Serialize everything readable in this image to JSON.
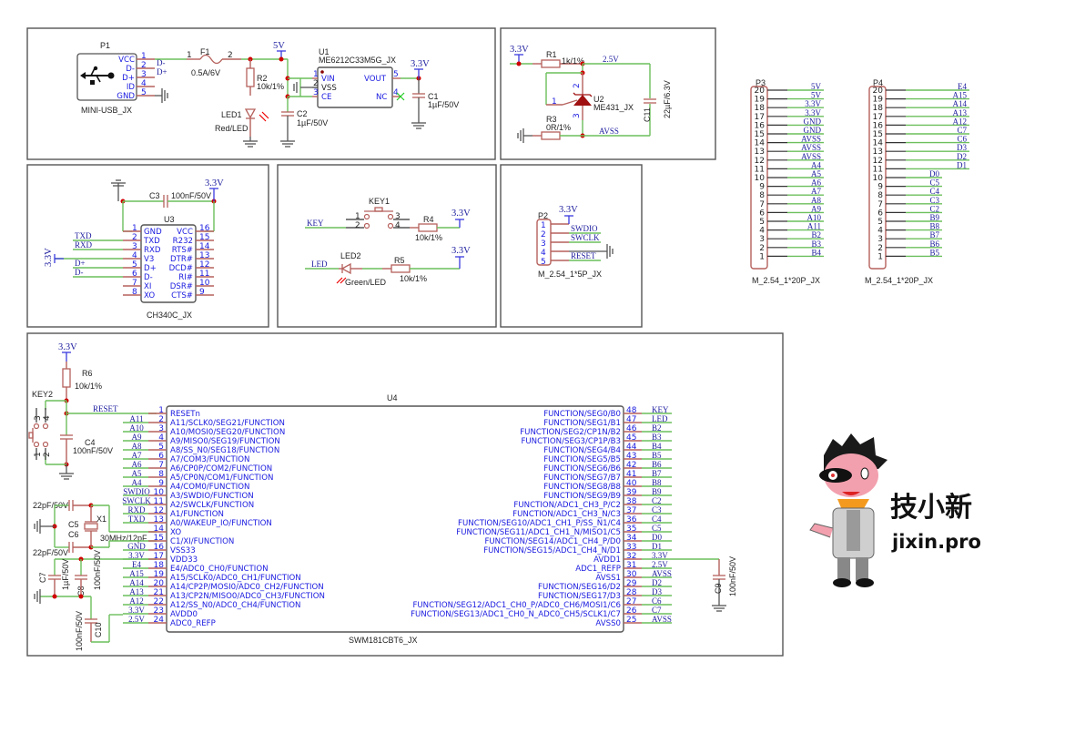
{
  "sheet": {
    "power_rails": {
      "v5": "5V",
      "v33": "3.3V",
      "v25": "2.5V",
      "avss": "AVSS"
    }
  },
  "usb_block": {
    "connector": {
      "ref": "P1",
      "part": "MINI-USB_JX",
      "pins": [
        {
          "num": "1",
          "name": "VCC"
        },
        {
          "num": "2",
          "name": "D-"
        },
        {
          "num": "3",
          "name": "D+"
        },
        {
          "num": "4",
          "name": "ID"
        },
        {
          "num": "5",
          "name": "GND"
        }
      ],
      "nets": [
        "D-",
        "D+"
      ]
    },
    "fuse": {
      "ref": "F1",
      "value": "0.5A/6V",
      "pin1": "1",
      "pin2": "2"
    },
    "r2": {
      "ref": "R2",
      "value": "10k/1%"
    },
    "led1": {
      "ref": "LED1",
      "value": "Red/LED"
    },
    "c2": {
      "ref": "C2",
      "value": "1µF/50V"
    },
    "c1": {
      "ref": "C1",
      "value": "1µF/50V"
    },
    "ldo": {
      "ref": "U1",
      "part": "ME6212C33M5G_JX",
      "pins": [
        {
          "num": "1",
          "name": "VIN"
        },
        {
          "num": "2",
          "name": "VSS"
        },
        {
          "num": "3",
          "name": "CE"
        },
        {
          "num": "5",
          "name": "VOUT"
        },
        {
          "num": "4",
          "name": "NC"
        }
      ]
    }
  },
  "vref_block": {
    "r1": {
      "ref": "R1",
      "value": "1k/1%"
    },
    "r3": {
      "ref": "R3",
      "value": "0R/1%"
    },
    "u2": {
      "ref": "U2",
      "part": "ME431_JX",
      "pins": [
        "1",
        "2",
        "3"
      ]
    },
    "c11": {
      "ref": "C11",
      "value": "22µF/6.3V"
    }
  },
  "ch340_block": {
    "c3": {
      "ref": "C3",
      "value": "100nF/50V"
    },
    "chip": {
      "ref": "U3",
      "part": "CH340C_JX",
      "left_pins": [
        {
          "num": "1",
          "name": "GND"
        },
        {
          "num": "2",
          "name": "TXD"
        },
        {
          "num": "3",
          "name": "RXD"
        },
        {
          "num": "4",
          "name": "V3"
        },
        {
          "num": "5",
          "name": "D+"
        },
        {
          "num": "6",
          "name": "D-"
        },
        {
          "num": "7",
          "name": "XI"
        },
        {
          "num": "8",
          "name": "XO"
        }
      ],
      "right_pins": [
        {
          "num": "16",
          "name": "VCC"
        },
        {
          "num": "15",
          "name": "R232"
        },
        {
          "num": "14",
          "name": "RTS#"
        },
        {
          "num": "13",
          "name": "DTR#"
        },
        {
          "num": "12",
          "name": "DCD#"
        },
        {
          "num": "11",
          "name": "RI#"
        },
        {
          "num": "10",
          "name": "DSR#"
        },
        {
          "num": "9",
          "name": "CTS#"
        }
      ]
    },
    "nets": [
      "TXD",
      "RXD",
      "D+",
      "D-"
    ]
  },
  "io_block": {
    "key1": {
      "ref": "KEY1",
      "pins": [
        "1",
        "2",
        "3",
        "4"
      ],
      "net": "KEY"
    },
    "r4": {
      "ref": "R4",
      "value": "10k/1%"
    },
    "led2": {
      "ref": "LED2",
      "value": "Green/LED",
      "net": "LED"
    },
    "r5": {
      "ref": "R5",
      "value": "10k/1%"
    }
  },
  "swd_block": {
    "connector": {
      "ref": "P2",
      "part": "M_2.54_1*5P_JX",
      "pins": [
        "1",
        "2",
        "3",
        "4",
        "5"
      ],
      "nets": [
        "SWDIO",
        "SWCLK",
        "RESET"
      ]
    }
  },
  "headers": [
    {
      "ref": "P3",
      "part": "M_2.54_1*20P_JX",
      "pins": [
        {
          "num": "20",
          "net": "5V"
        },
        {
          "num": "19",
          "net": "5V"
        },
        {
          "num": "18",
          "net": "3.3V"
        },
        {
          "num": "17",
          "net": "3.3V"
        },
        {
          "num": "16",
          "net": "GND"
        },
        {
          "num": "15",
          "net": "GND"
        },
        {
          "num": "14",
          "net": "AVSS"
        },
        {
          "num": "13",
          "net": "AVSS"
        },
        {
          "num": "12",
          "net": "AVSS"
        },
        {
          "num": "11",
          "net": "A4"
        },
        {
          "num": "10",
          "net": "A5"
        },
        {
          "num": "9",
          "net": "A6"
        },
        {
          "num": "8",
          "net": "A7"
        },
        {
          "num": "7",
          "net": "A8"
        },
        {
          "num": "6",
          "net": "A9"
        },
        {
          "num": "5",
          "net": "A10"
        },
        {
          "num": "4",
          "net": "A11"
        },
        {
          "num": "3",
          "net": "B2"
        },
        {
          "num": "2",
          "net": "B3"
        },
        {
          "num": "1",
          "net": "B4"
        }
      ]
    },
    {
      "ref": "P4",
      "part": "M_2.54_1*20P_JX",
      "pins": [
        {
          "num": "20",
          "net": "E4"
        },
        {
          "num": "19",
          "net": "A15"
        },
        {
          "num": "18",
          "net": "A14"
        },
        {
          "num": "17",
          "net": "A13"
        },
        {
          "num": "16",
          "net": "A12"
        },
        {
          "num": "15",
          "net": "C7"
        },
        {
          "num": "14",
          "net": "C6"
        },
        {
          "num": "13",
          "net": "D3"
        },
        {
          "num": "12",
          "net": "D2"
        },
        {
          "num": "11",
          "net": "D1"
        },
        {
          "num": "10",
          "net": "D0"
        },
        {
          "num": "9",
          "net": "C5"
        },
        {
          "num": "8",
          "net": "C4"
        },
        {
          "num": "7",
          "net": "C3"
        },
        {
          "num": "6",
          "net": "C2"
        },
        {
          "num": "5",
          "net": "B9"
        },
        {
          "num": "4",
          "net": "B8"
        },
        {
          "num": "3",
          "net": "B7"
        },
        {
          "num": "2",
          "net": "B6"
        },
        {
          "num": "1",
          "net": "B5"
        }
      ]
    }
  ],
  "mcu_block": {
    "r6": {
      "ref": "R6",
      "value": "10k/1%"
    },
    "key2": {
      "ref": "KEY2",
      "pins": [
        "3",
        "4",
        "1",
        "2"
      ]
    },
    "c4": {
      "ref": "C4",
      "value": "100nF/50V"
    },
    "reset_net": "RESET",
    "c5": {
      "ref": "C5",
      "value": "22pF/50V"
    },
    "c6": {
      "ref": "C6",
      "value": "22pF/50V"
    },
    "x1": {
      "ref": "X1",
      "value": "30MHz/12pF"
    },
    "c7": {
      "ref": "C7",
      "value": "1µF/50V"
    },
    "c8": {
      "ref": "C8",
      "value": "100nF/50V"
    },
    "c10": {
      "ref": "C10",
      "value": "100nF/50V"
    },
    "c9": {
      "ref": "C9",
      "value": "100nF/50V"
    },
    "chip": {
      "ref": "U4",
      "part": "SWM181CBT6_JX",
      "left_pins": [
        {
          "num": "1",
          "name": "RESETn",
          "net": ""
        },
        {
          "num": "2",
          "name": "A11/SCLK0/SEG21/FUNCTION",
          "net": "A11"
        },
        {
          "num": "3",
          "name": "A10/MOSI0/SEG20/FUNCTION",
          "net": "A10"
        },
        {
          "num": "4",
          "name": "A9/MISO0/SEG19/FUNCTION",
          "net": "A9"
        },
        {
          "num": "5",
          "name": "A8/SS_N0/SEG18/FUNCTION",
          "net": "A8"
        },
        {
          "num": "6",
          "name": "A7/COM3/FUNCTION",
          "net": "A7"
        },
        {
          "num": "7",
          "name": "A6/CP0P/COM2/FUNCTION",
          "net": "A6"
        },
        {
          "num": "8",
          "name": "A5/CP0N/COM1/FUNCTION",
          "net": "A5"
        },
        {
          "num": "9",
          "name": "A4/COM0/FUNCTION",
          "net": "A4"
        },
        {
          "num": "10",
          "name": "A3/SWDIO/FUNCTION",
          "net": "SWDIO"
        },
        {
          "num": "11",
          "name": "A2/SWCLK/FUNCTION",
          "net": "SWCLK"
        },
        {
          "num": "12",
          "name": "A1/FUNCTION",
          "net": "RXD"
        },
        {
          "num": "13",
          "name": "A0/WAKEUP_IO/FUNCTION",
          "net": "TXD"
        },
        {
          "num": "14",
          "name": "XO",
          "net": ""
        },
        {
          "num": "15",
          "name": "C1/XI/FUNCTION",
          "net": ""
        },
        {
          "num": "16",
          "name": "VSS33",
          "net": "GND"
        },
        {
          "num": "17",
          "name": "VDD33",
          "net": "3.3V"
        },
        {
          "num": "18",
          "name": "E4/ADC0_CH0/FUNCTION",
          "net": "E4"
        },
        {
          "num": "19",
          "name": "A15/SCLK0/ADC0_CH1/FUNCTION",
          "net": "A15"
        },
        {
          "num": "20",
          "name": "A14/CP2P/MOSI0/ADC0_CH2/FUNCTION",
          "net": "A14"
        },
        {
          "num": "21",
          "name": "A13/CP2N/MISO0/ADC0_CH3/FUNCTION",
          "net": "A13"
        },
        {
          "num": "22",
          "name": "A12/SS_N0/ADC0_CH4/FUNCTION",
          "net": "A12"
        },
        {
          "num": "23",
          "name": "AVDD0",
          "net": "3.3V"
        },
        {
          "num": "24",
          "name": "ADC0_REFP",
          "net": "2.5V"
        }
      ],
      "right_pins": [
        {
          "num": "48",
          "name": "FUNCTION/SEG0/B0",
          "net": "KEY"
        },
        {
          "num": "47",
          "name": "FUNCTION/SEG1/B1",
          "net": "LED"
        },
        {
          "num": "46",
          "name": "FUNCTION/SEG2/CP1N/B2",
          "net": "B2"
        },
        {
          "num": "45",
          "name": "FUNCTION/SEG3/CP1P/B3",
          "net": "B3"
        },
        {
          "num": "44",
          "name": "FUNCTION/SEG4/B4",
          "net": "B4"
        },
        {
          "num": "43",
          "name": "FUNCTION/SEG5/B5",
          "net": "B5"
        },
        {
          "num": "42",
          "name": "FUNCTION/SEG6/B6",
          "net": "B6"
        },
        {
          "num": "41",
          "name": "FUNCTION/SEG7/B7",
          "net": "B7"
        },
        {
          "num": "40",
          "name": "FUNCTION/SEG8/B8",
          "net": "B8"
        },
        {
          "num": "39",
          "name": "FUNCTION/SEG9/B9",
          "net": "B9"
        },
        {
          "num": "38",
          "name": "FUNCTION/ADC1_CH3_P/C2",
          "net": "C2"
        },
        {
          "num": "37",
          "name": "FUNCTION/ADC1_CH3_N/C3",
          "net": "C3"
        },
        {
          "num": "36",
          "name": "FUNCTION/SEG10/ADC1_CH1_P/SS_N1/C4",
          "net": "C4"
        },
        {
          "num": "35",
          "name": "FUNCTION/SEG11/ADC1_CH1_N/MISO1/C5",
          "net": "C5"
        },
        {
          "num": "34",
          "name": "FUNCTION/SEG14/ADC1_CH4_P/D0",
          "net": "D0"
        },
        {
          "num": "33",
          "name": "FUNCTION/SEG15/ADC1_CH4_N/D1",
          "net": "D1"
        },
        {
          "num": "32",
          "name": "AVDD1",
          "net": "3.3V"
        },
        {
          "num": "31",
          "name": "ADC1_REFP",
          "net": "2.5V"
        },
        {
          "num": "30",
          "name": "AVSS1",
          "net": "AVSS"
        },
        {
          "num": "29",
          "name": "FUNCTION/SEG16/D2",
          "net": "D2"
        },
        {
          "num": "28",
          "name": "FUNCTION/SEG17/D3",
          "net": "D3"
        },
        {
          "num": "27",
          "name": "FUNCTION/SEG12/ADC1_CH0_P/ADC0_CH6/MOSI1/C6",
          "net": "C6"
        },
        {
          "num": "26",
          "name": "FUNCTION/SEG13/ADC1_CH0_N_ADC0_CH5/SCLK1/C7",
          "net": "C7"
        },
        {
          "num": "25",
          "name": "AVSS0",
          "net": "AVSS"
        }
      ]
    }
  },
  "logo": {
    "name_cn": "技小新",
    "site": "jixin.pro"
  },
  "colors": {
    "wire": "#6cbf5c",
    "pin": "#b5605c",
    "text_blue": "#1a1ae0",
    "junction": "#d00000",
    "frame": "#555555"
  }
}
